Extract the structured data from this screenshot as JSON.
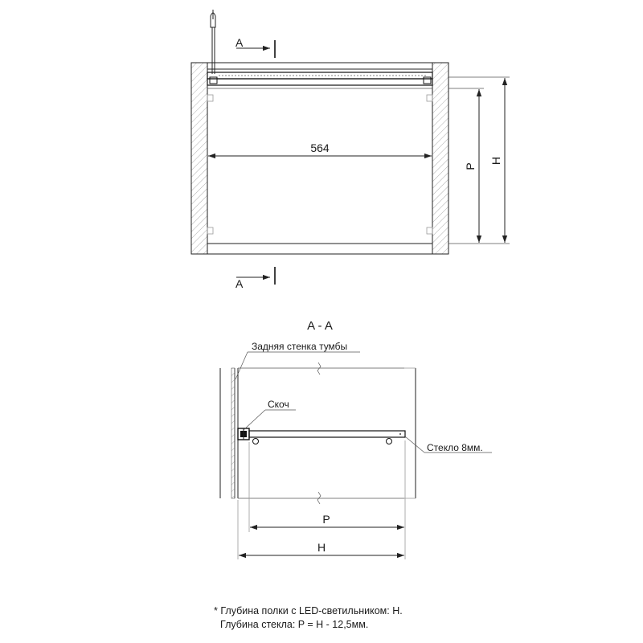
{
  "top_view": {
    "section_mark": "A",
    "width_dim": "564",
    "dim_p": "P",
    "dim_h": "H"
  },
  "section_view": {
    "title": "A - A",
    "back_wall_label": "Задняя стенка тумбы",
    "tape_label": "Скоч",
    "glass_label": "Стекло 8мм.",
    "dim_p": "P",
    "dim_h": "H"
  },
  "notes": {
    "line1": "* Глубина полки с LED-светильником: H.",
    "line2": "Глубина стекла: P = H - 12,5мм."
  }
}
